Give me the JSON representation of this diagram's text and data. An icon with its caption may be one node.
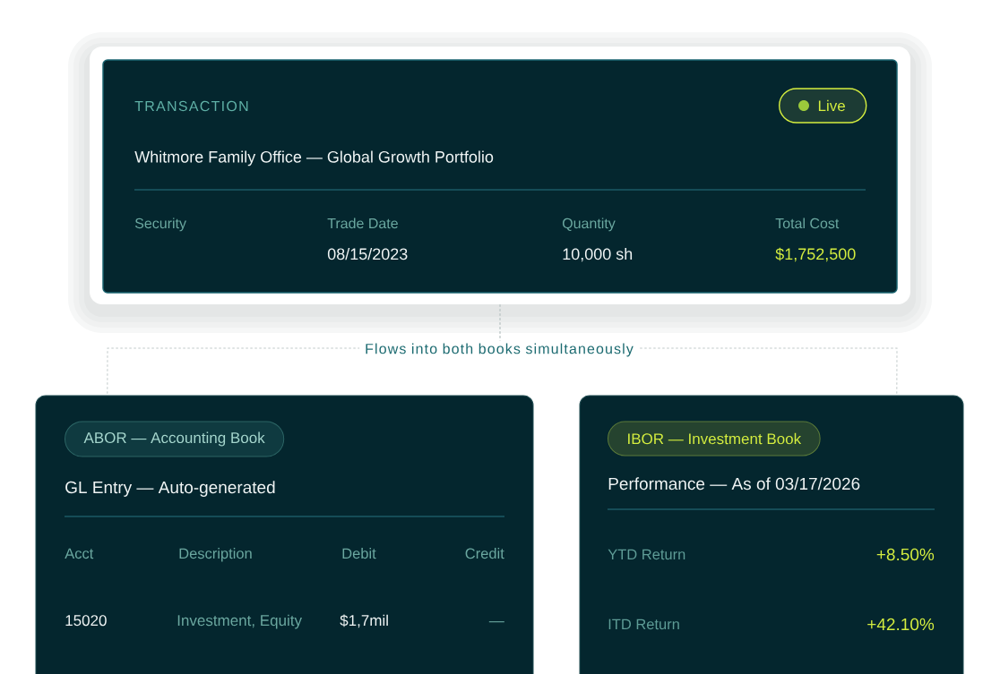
{
  "diagram": {
    "nodes": [
      {
        "text": [
          "TRANSACTION",
          "Whitmore Family Office — Global Growth Portfolio",
          "Security",
          "Trade Date",
          "Quantity",
          "Total Cost",
          "08/15/2023",
          "10,000 sh",
          "$1,752,500"
        ]
      },
      {
        "text": [
          "Live"
        ],
        "in": 0
      },
      {
        "text": [
          "GL Entry — Auto-generated",
          "Acct",
          "Description",
          "Debit",
          "Credit",
          "15020",
          "Investment, Equity",
          "$1,7mil",
          "—"
        ]
      },
      {
        "text": [
          "ABOR — Accounting Book"
        ],
        "in": 2
      },
      {
        "text": [
          "Performance — As of 03/17/2026",
          "YTD Return",
          "+8.50%",
          "ITD Return",
          "+42.10%"
        ]
      },
      {
        "text": [
          "IBOR — Investment Book"
        ],
        "in": 4
      }
    ],
    "edges": [
      {
        "from": 0,
        "to": 2,
        "arrow": "none",
        "style": "dashed",
        "label": "Flows into both books simultaneously"
      },
      {
        "from": 0,
        "to": 4,
        "arrow": "none",
        "style": "dashed"
      }
    ]
  }
}
